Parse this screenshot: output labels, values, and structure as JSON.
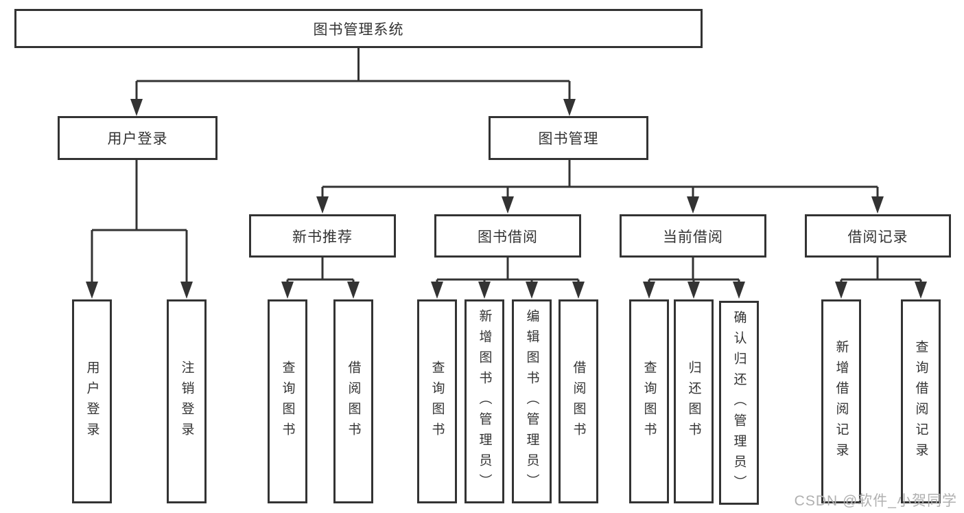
{
  "diagram": {
    "root": {
      "label": "图书管理系统"
    },
    "level2": {
      "user_login": {
        "label": "用户登录"
      },
      "book_mgmt": {
        "label": "图书管理"
      }
    },
    "level3": {
      "new_book_rec": {
        "label": "新书推荐"
      },
      "book_borrow": {
        "label": "图书借阅"
      },
      "current_borrow": {
        "label": "当前借阅"
      },
      "borrow_records": {
        "label": "借阅记录"
      }
    },
    "leaves": {
      "user_login_leaf": {
        "label": "用户登录"
      },
      "logout": {
        "label": "注销登录"
      },
      "query_books_rec": {
        "label": "查询图书"
      },
      "borrow_books_rec": {
        "label": "借阅图书"
      },
      "query_books_borrow": {
        "label": "查询图书"
      },
      "add_books_admin": {
        "label": "新增图书（管理员）"
      },
      "edit_books_admin": {
        "label": "编辑图书（管理员）"
      },
      "borrow_books_leaf": {
        "label": "借阅图书"
      },
      "query_books_current": {
        "label": "查询图书"
      },
      "return_books": {
        "label": "归还图书"
      },
      "confirm_return_admin": {
        "label": "确认归还（管理员）"
      },
      "add_borrow_record": {
        "label": "新增借阅记录"
      },
      "query_borrow_record": {
        "label": "查询借阅记录"
      }
    },
    "watermark": "CSDN @软件_小贺同学",
    "colors": {
      "line": "#333333",
      "text": "#333333",
      "box_background": "#ffffff",
      "watermark": "#b0b0b0"
    }
  }
}
